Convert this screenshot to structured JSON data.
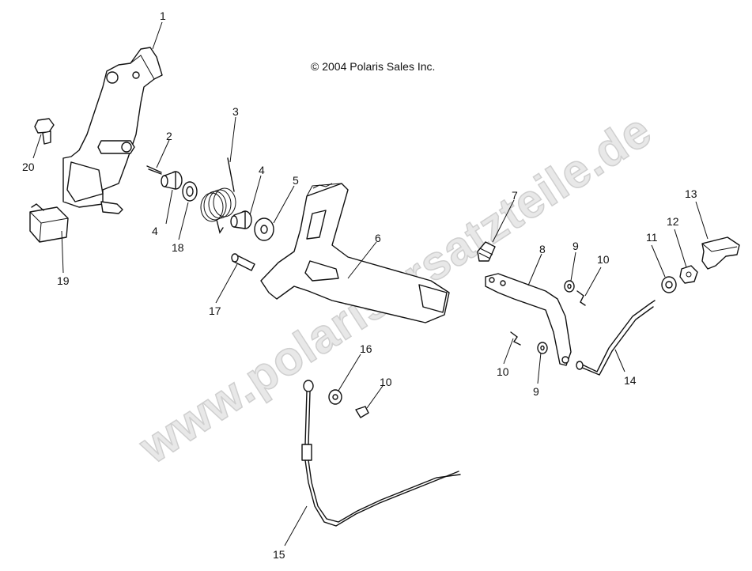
{
  "copyright": "© 2004 Polaris Sales Inc.",
  "watermark": "www.polarisersatzteile.de",
  "callouts": {
    "c1": "1",
    "c2": "2",
    "c3": "3",
    "c4a": "4",
    "c4b": "4",
    "c5": "5",
    "c6": "6",
    "c7": "7",
    "c8": "8",
    "c9a": "9",
    "c9b": "9",
    "c10a": "10",
    "c10b": "10",
    "c10c": "10",
    "c11": "11",
    "c12": "12",
    "c13": "13",
    "c14": "14",
    "c15": "15",
    "c16": "16",
    "c17": "17",
    "c18": "18",
    "c19": "19",
    "c20": "20"
  }
}
